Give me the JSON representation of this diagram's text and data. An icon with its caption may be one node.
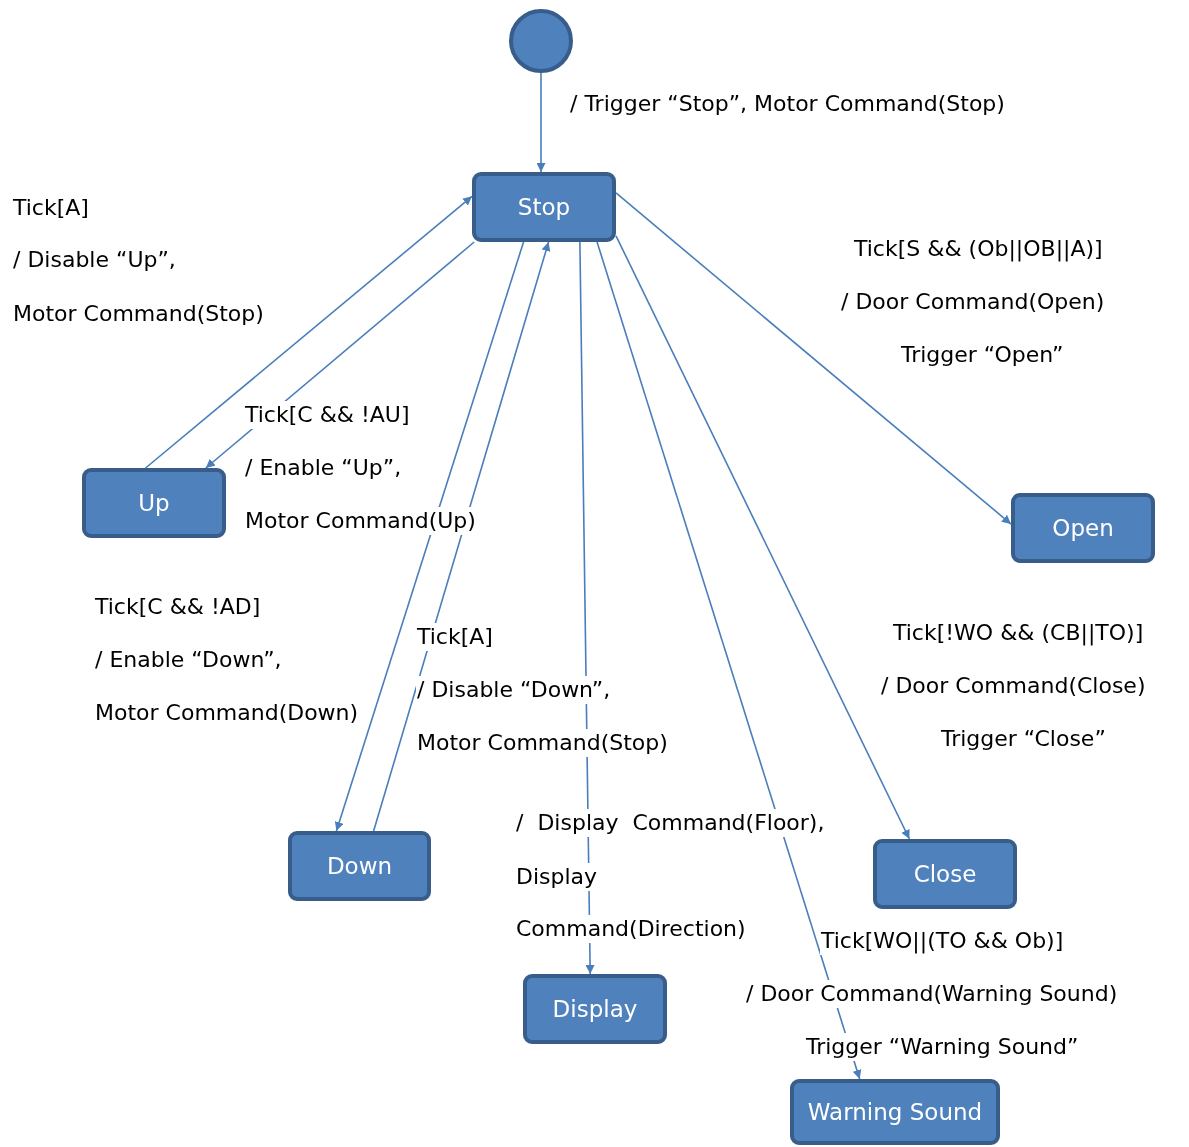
{
  "diagram": {
    "nodes": [
      {
        "text": [],
        "shape": "circle"
      },
      {
        "text": [
          "Stop"
        ]
      },
      {
        "text": [
          "Up"
        ]
      },
      {
        "text": [
          "Open"
        ]
      },
      {
        "text": [
          "Down"
        ]
      },
      {
        "text": [
          "Close"
        ]
      },
      {
        "text": [
          "Display"
        ]
      },
      {
        "text": [
          "Warning Sound"
        ]
      }
    ],
    "edges": [
      {
        "from": 0,
        "to": 1,
        "arrow": "to"
      },
      {
        "from": 1,
        "to": 2,
        "arrow": "to"
      },
      {
        "from": 2,
        "to": 1,
        "arrow": "to"
      },
      {
        "from": 1,
        "to": 4,
        "arrow": "to"
      },
      {
        "from": 4,
        "to": 1,
        "arrow": "to"
      },
      {
        "from": 1,
        "to": 6,
        "arrow": "to"
      },
      {
        "from": 1,
        "to": 7,
        "arrow": "to"
      },
      {
        "from": 1,
        "to": 5,
        "arrow": "to"
      },
      {
        "from": 1,
        "to": 3,
        "arrow": "to"
      }
    ],
    "labels": [
      "/ Trigger “Stop”, Motor Command(Stop)",
      "Tick[A]",
      "/ Disable “Up”,",
      "Motor Command(Stop)",
      "Tick[S && (Ob||OB||A)]",
      "/ Door Command(Open)",
      "Trigger “Open”",
      "Tick[C && !AU]",
      "/ Enable “Up”,",
      "Motor Command(Up)",
      "Tick[C && !AD]",
      "/ Enable “Down”,",
      "Motor Command(Down)",
      "Tick[A]",
      "/ Disable “Down”,",
      "Motor Command(Stop)",
      "Tick[!WO && (CB||TO)]",
      "/ Door Command(Close)",
      "Trigger “Close”",
      "/  Display  Command(Floor),",
      "Display",
      "Command(Direction)",
      "Tick[WO||(TO && Ob)]",
      "/ Door Command(Warning Sound)",
      "Trigger “Warning Sound”"
    ]
  }
}
